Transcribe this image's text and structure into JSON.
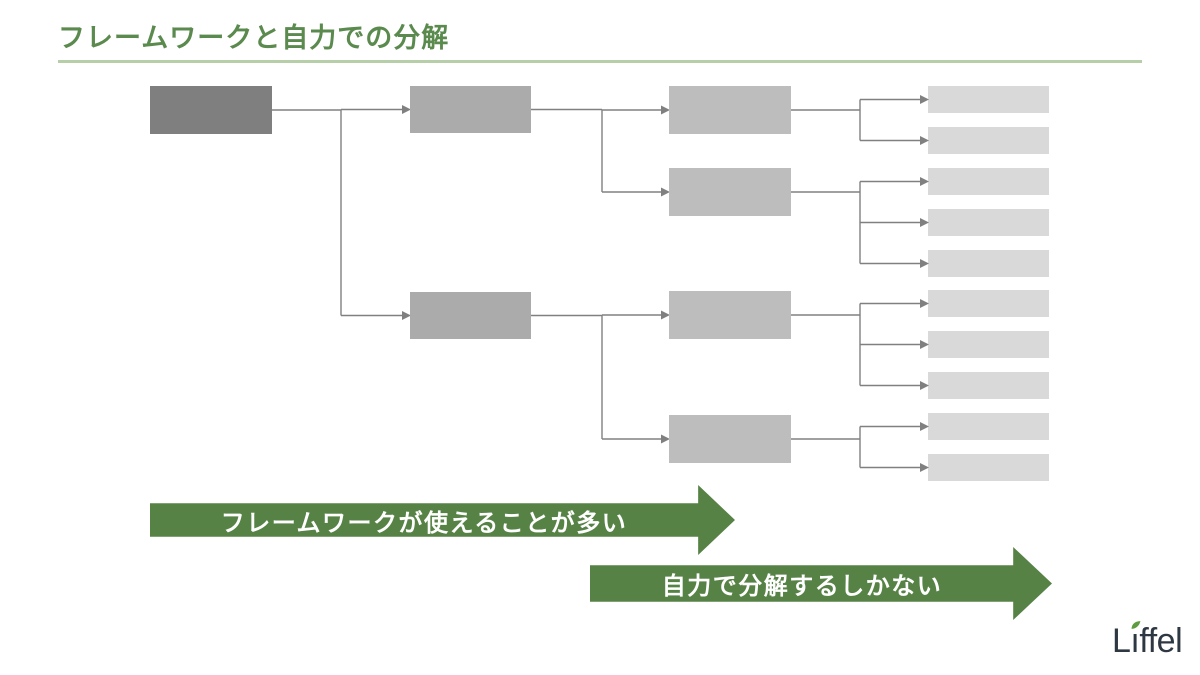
{
  "slide": {
    "title": "フレームワークと自力での分解",
    "colors": {
      "title": "#5b8a4e",
      "underline": "#b7cfa9",
      "connector": "#808080",
      "arrow_green": "#568245",
      "level1": "#7f7f7f",
      "level2": "#ababab",
      "level3": "#bdbdbd",
      "level4": "#d9d9d9",
      "logo_text": "#2e3842",
      "leaf": "#5e9c41"
    }
  },
  "tree": {
    "description": "4-level decomposition tree of blank placeholder boxes",
    "root": {
      "children": [
        {
          "children": [
            {
              "leaf_count": 2
            },
            {
              "leaf_count": 3
            }
          ]
        },
        {
          "children": [
            {
              "leaf_count": 3
            },
            {
              "leaf_count": 2
            }
          ]
        }
      ]
    }
  },
  "range_arrows": [
    {
      "label": "フレームワークが使えることが多い"
    },
    {
      "label": "自力で分解するしかない"
    }
  ],
  "logo": {
    "text": "Liffel",
    "part1": "L",
    "part2": "ı",
    "part3": "ffel",
    "leaf_icon": "leaf-icon"
  }
}
